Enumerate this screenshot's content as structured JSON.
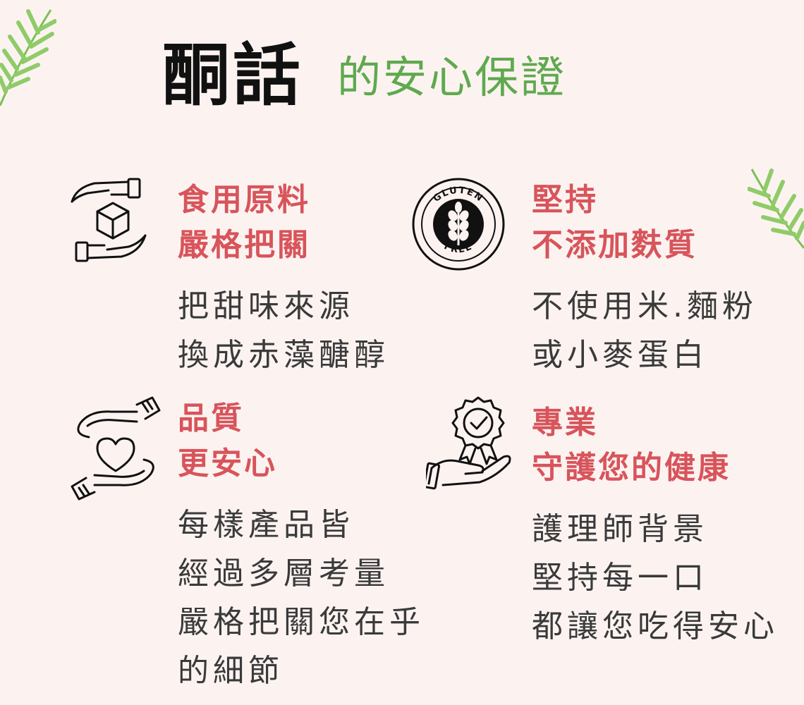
{
  "header": {
    "title_main": "酮話",
    "title_sub": "的安心保證"
  },
  "features": [
    {
      "icon": "hand-cube-icon",
      "head": [
        "食用原料",
        "嚴格把關"
      ],
      "body": [
        "把甜味來源",
        "換成赤藻醣醇"
      ]
    },
    {
      "icon": "gluten-free-icon",
      "badge_top": "GLUTEN",
      "badge_bottom": "FREE",
      "head": [
        "堅持",
        "不添加麩質"
      ],
      "body": [
        "不使用米.麵粉",
        "或小麥蛋白"
      ]
    },
    {
      "icon": "hands-heart-icon",
      "head": [
        "品質",
        "更安心"
      ],
      "body": [
        "每樣產品皆",
        "經過多層考量",
        "嚴格把關您在乎",
        "的細節"
      ]
    },
    {
      "icon": "hand-award-icon",
      "head": [
        "專業",
        "守護您的健康"
      ],
      "body": [
        "護理師背景",
        "堅持每一口",
        "都讓您吃得安心"
      ]
    }
  ],
  "colors": {
    "accent_green": "#5fa94e",
    "heading_red": "#d8545b",
    "background": "#fcf3f1"
  }
}
